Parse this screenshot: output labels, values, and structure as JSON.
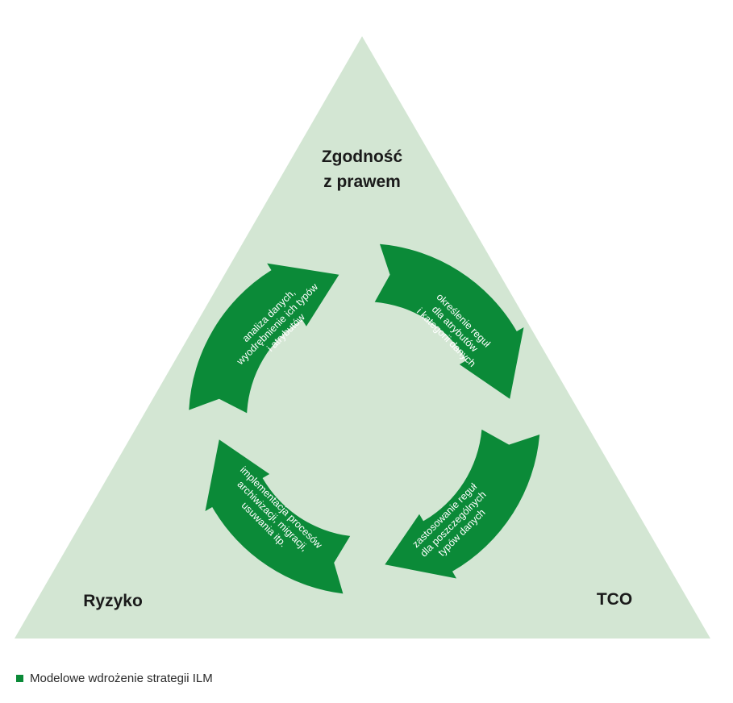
{
  "colors": {
    "triangle_fill": "#d3e6d3",
    "arrow_fill": "#0b8a38",
    "text_on_arrow": "#ffffff",
    "caption_bullet": "#0b8a38"
  },
  "triangle": {
    "top_label_line1": "Zgodność",
    "top_label_line2": "z prawem",
    "left_label": "Ryzyko",
    "right_label": "TCO"
  },
  "cycle": {
    "steps": [
      {
        "lines": [
          "analiza danych,",
          "wyodrębnienie ich typów",
          "i atrybutów"
        ]
      },
      {
        "lines": [
          "określenie reguł",
          "dla atrybutów",
          "i kategorii danych"
        ]
      },
      {
        "lines": [
          "zastosowanie reguł",
          "dla poszczególnych",
          "typów danych"
        ]
      },
      {
        "lines": [
          "implementacja procesów",
          "archiwizacji, migracji,",
          "usuwania itp."
        ]
      }
    ]
  },
  "caption": {
    "text": "Modelowe wdrożenie strategii ILM"
  }
}
